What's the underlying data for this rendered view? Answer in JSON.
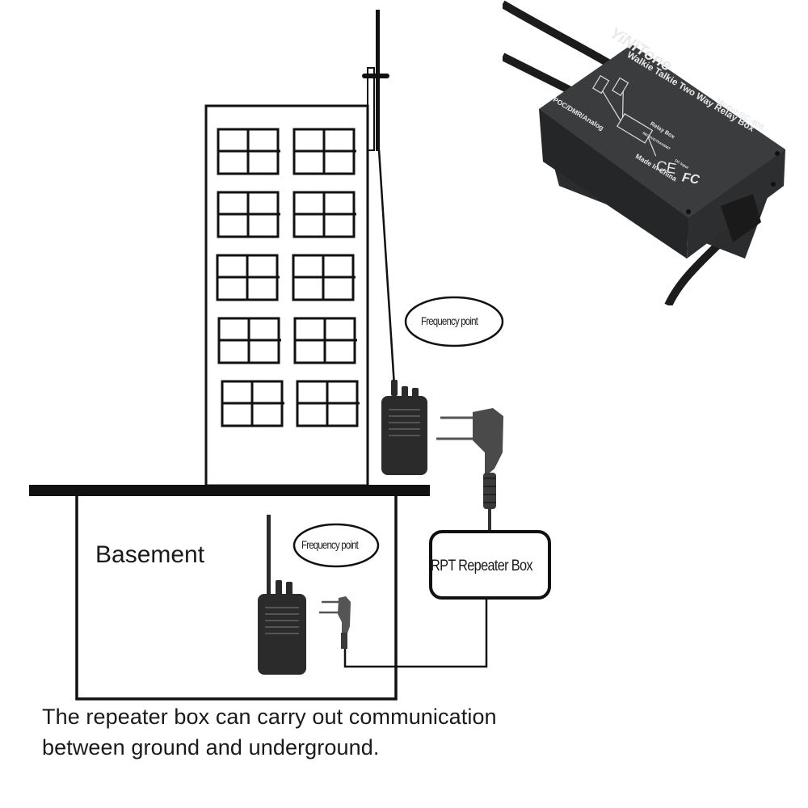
{
  "diagram": {
    "ground_radio": {
      "bubble_label": "Frequency point"
    },
    "basement": {
      "label": "Basement",
      "radio": {
        "bubble_label": "Frequency point"
      }
    },
    "repeater_box": {
      "label": "RPT Repeater Box"
    },
    "caption": {
      "line1": "The repeater box can carry out communication",
      "line2": "between ground and underground."
    }
  },
  "product_photo": {
    "brand": "YiNiTone",
    "title": "Walkie Talkie Two Way Relay Box",
    "model": "Model:RC-408",
    "modes": "POC/DMR/Analog",
    "relay_label": "Relay Box",
    "relay_sublabel": "RECEIVE/TRANSMIT",
    "power_label": "DC Input",
    "ce_mark": "CE",
    "fc_mark": "FC",
    "origin": "Made In China",
    "colors": {
      "body": "#2f3133",
      "top": "#3a3c3e",
      "text": "#e9e9e9",
      "brand_accent": "#d23a2a"
    }
  }
}
